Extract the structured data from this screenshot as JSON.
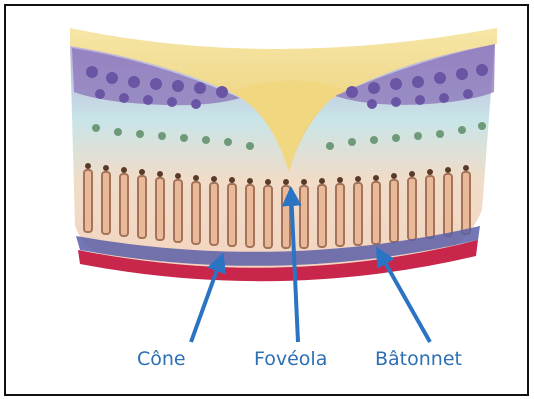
{
  "labels": {
    "cone": "Cône",
    "foveola": "Fovéola",
    "rod": "Bâtonnet"
  },
  "icons": {
    "pointer": "arrow-icon"
  },
  "colors": {
    "label": "#2d6fb3",
    "arrow": "#2a74c3",
    "ganglion_layer": "#8a73b8",
    "fovea_pit": "#f2d98a",
    "bottom_band": "#c8264a"
  }
}
